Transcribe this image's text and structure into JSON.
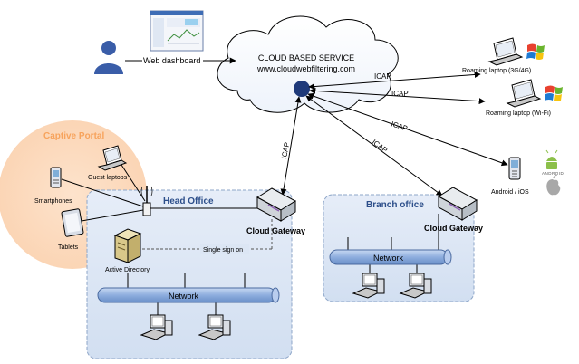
{
  "user": {
    "link_label": "Web dashboard"
  },
  "cloud": {
    "title": "CLOUD BASED SERVICE",
    "url": "www.cloudwebfiltering.com"
  },
  "protocol": "ICAP",
  "roaming": {
    "laptop_3g": "Roaming laptop (3G/4G)",
    "laptop_wifi": "Roaming laptop (Wi-Fi)",
    "mobile": "Android / iOS",
    "android_logo_text": "ANDROID"
  },
  "captive_portal": {
    "title": "Captive Portal",
    "guest_laptops": "Guest laptops",
    "smartphones": "Smartphones",
    "tablets": "Tablets"
  },
  "head_office": {
    "title": "Head Office",
    "gateway": "Cloud Gateway",
    "active_directory": "Active Directory",
    "sso": "Single sign on",
    "network": "Network"
  },
  "branch_office": {
    "title": "Branch office",
    "gateway": "Cloud Gateway",
    "network": "Network"
  },
  "colors": {
    "captive_portal": "#f7a35c",
    "office_fill": "#dce6f4",
    "office_border": "#8ea6c8",
    "office_title": "#2c4e8a",
    "network_bar": "#8eaede",
    "cloud_dot": "#1f3a7a"
  }
}
